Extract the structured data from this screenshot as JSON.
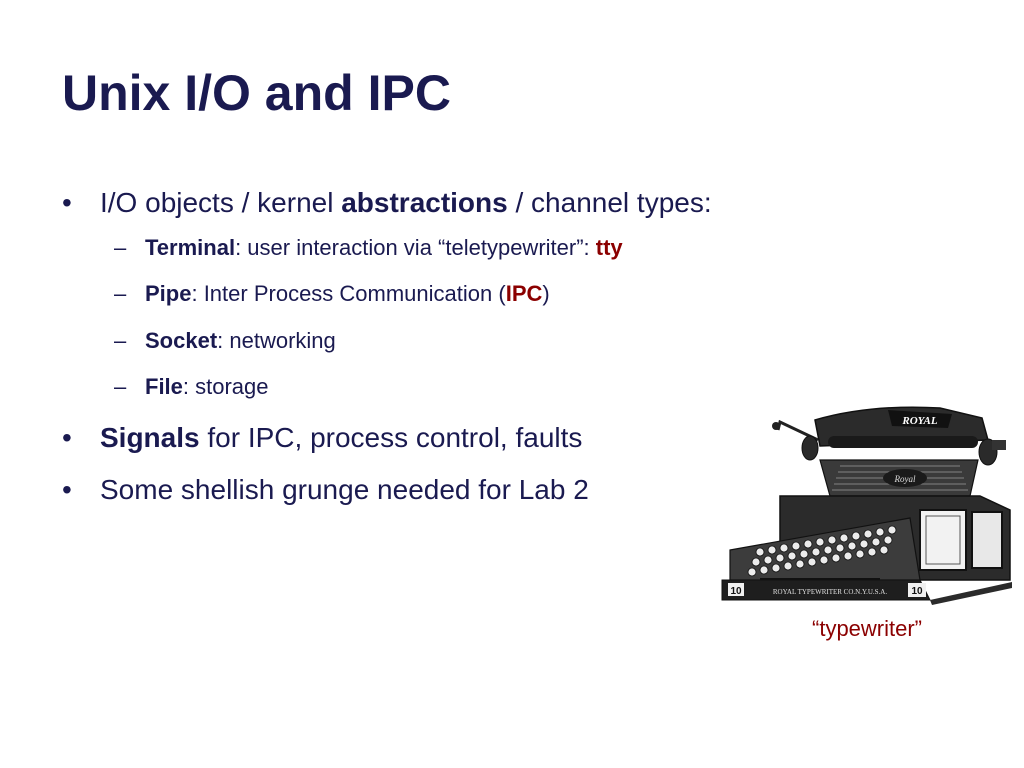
{
  "slide": {
    "title": "Unix I/O and IPC",
    "bullets": [
      {
        "marker": "•",
        "text_before": "I/O objects / kernel ",
        "bold_word": "abstractions",
        "text_after": " / channel types:",
        "subitems": [
          {
            "marker": "–",
            "term": "Terminal",
            "text": ": user interaction via “teletypewriter”: ",
            "highlight": "tty",
            "text_after": ""
          },
          {
            "marker": "–",
            "term": "Pipe",
            "text": ": Inter Process Communication (",
            "highlight": "IPC",
            "text_after": ")"
          },
          {
            "marker": "–",
            "term": "Socket",
            "text": ": networking",
            "highlight": "",
            "text_after": ""
          },
          {
            "marker": "–",
            "term": "File",
            "text": ": storage",
            "highlight": "",
            "text_after": ""
          }
        ]
      },
      {
        "marker": "•",
        "bold_word": "Signals",
        "text_after": " for IPC, process control, faults"
      },
      {
        "marker": "•",
        "text": "Some shellish grunge needed for Lab 2"
      }
    ],
    "image": {
      "brand_text": "ROYAL",
      "model_number": "10",
      "base_text": "ROYAL TYPEWRITER CO.N.Y.U.S.A.",
      "caption": "“typewriter”"
    },
    "colors": {
      "text": "#1a1a50",
      "highlight": "#8b0000",
      "background": "#ffffff"
    }
  }
}
